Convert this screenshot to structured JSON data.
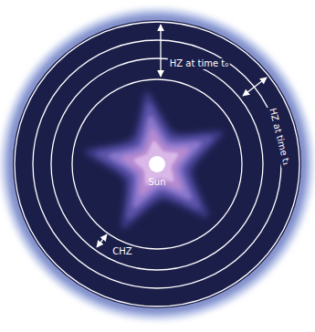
{
  "diagram": {
    "labels": [
      "HZ at time t₀",
      "HZ at time t₁",
      "CHZ",
      "Sun"
    ]
  }
}
